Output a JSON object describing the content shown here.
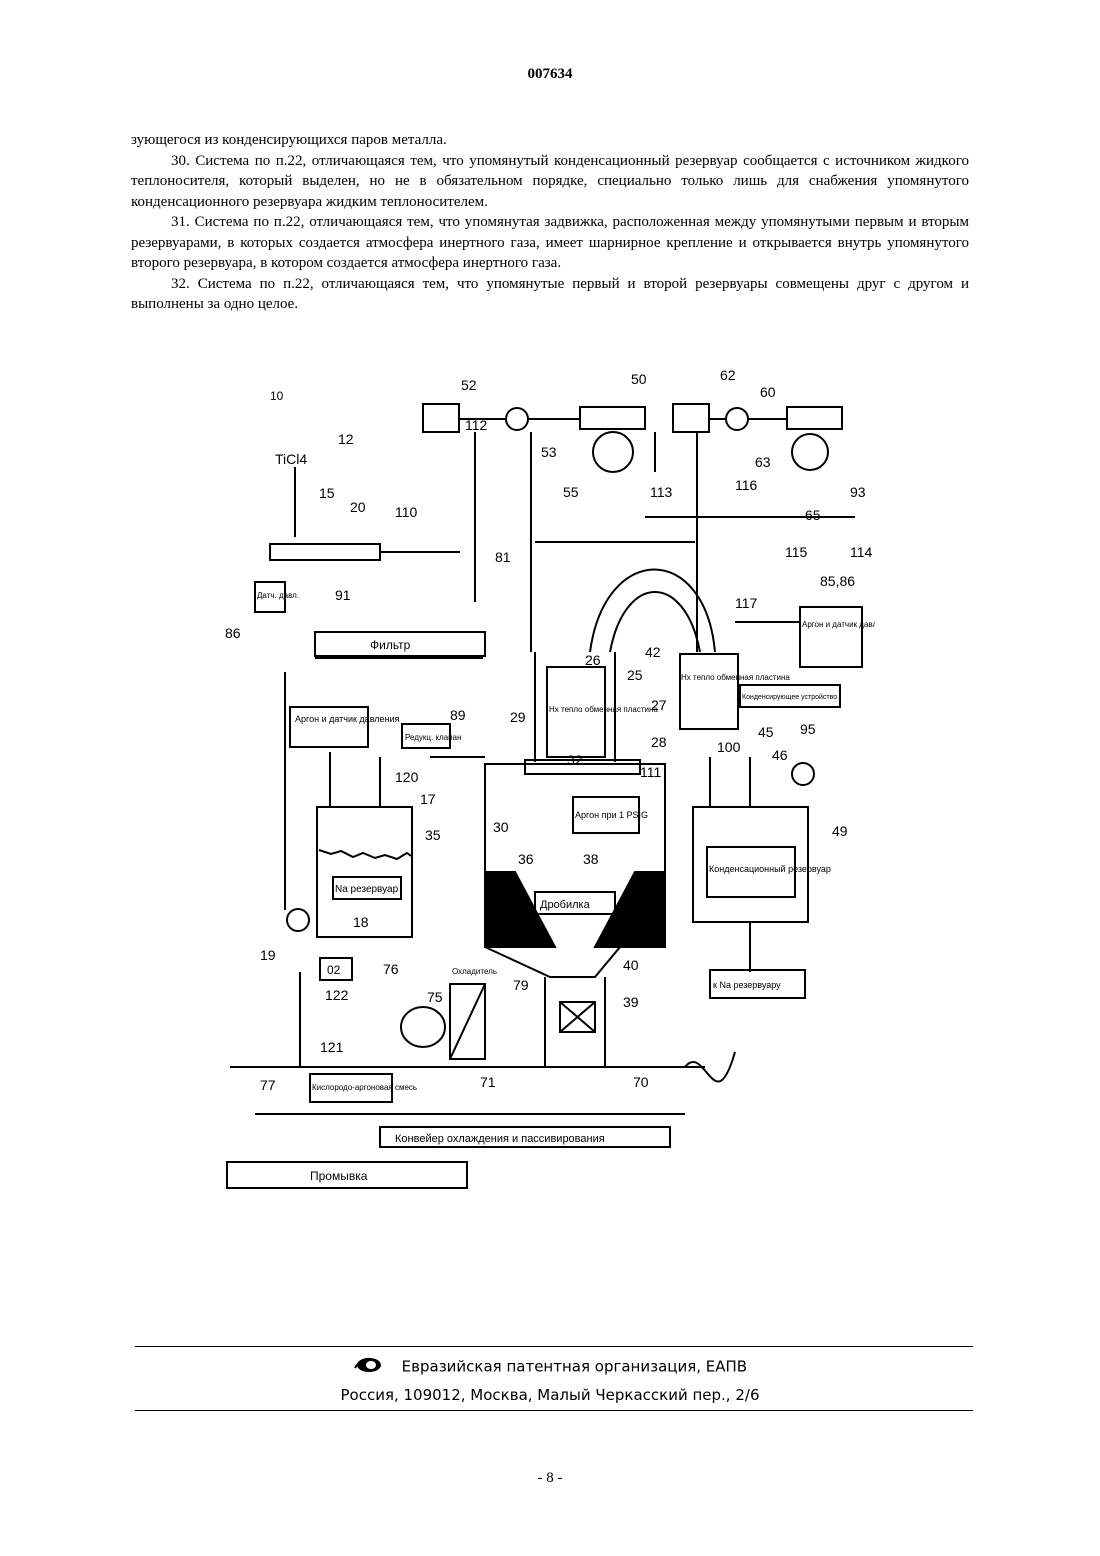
{
  "header": {
    "doc_number": "007634"
  },
  "body_text": [
    {
      "text": "зующегося из конденсирующихся паров металла.",
      "indent": false
    },
    {
      "text": "30. Система по п.22, отличающаяся тем, что упомянутый конденсационный резервуар сообщается с источником жидкого теплоносителя, который выделен, но не в обязательном порядке, специально только лишь для снабжения упомянутого конденсационного резервуара жидким теплоносителем.",
      "indent": true
    },
    {
      "text": "31. Система по п.22, отличающаяся тем, что упомянутая задвижка, расположенная между упомянутыми первым и вторым резервуарами, в которых создается атмосфера инертного газа, имеет шарнирное крепление и открывается внутрь упомянутого второго резервуара, в котором создается атмосфера инертного газа.",
      "indent": true
    },
    {
      "text": "32. Система по п.22, отличающаяся тем, что упомянутые первый и второй резервуары совмещены друг с другом и выполнены за одно целое.",
      "indent": true
    }
  ],
  "figure": {
    "labels": {
      "fig_ref": "10",
      "ticl4": "TiCl4",
      "pres_sensor": "Датч. давл.",
      "filter": "Фильтр",
      "argon_sensor_left": "Аргон и датчик давления",
      "argon_sensor_right": "Аргон и датчик давления",
      "reducer_valve": "Редукц. клапан",
      "na_tank": "Na резервуар",
      "hx_center": "Hx тепло обменная пластина",
      "hx_right": "Hx тепло обменная пластина",
      "condensing_device": "Конденсирующее устройство",
      "argon_1psig": "Аргон при 1 PSIG",
      "crusher": "Дробилка",
      "condensation_tank": "Конденсационный резервуар",
      "to_na_tank": "к Na резервуару",
      "cooler": "Охладитель",
      "o2": "02",
      "oxygen_argon": "Кислородо-аргоновая смесь",
      "conveyor": "Конвейер охлаждения и пассивирования",
      "washing": "Промывка"
    },
    "ref_numbers": [
      "12",
      "15",
      "20",
      "110",
      "52",
      "112",
      "53",
      "55",
      "50",
      "113",
      "62",
      "60",
      "116",
      "63",
      "65",
      "93",
      "114",
      "115",
      "117",
      "85,86",
      "86",
      "91",
      "81",
      "42",
      "26",
      "25",
      "27",
      "28",
      "29",
      "32",
      "45",
      "46",
      "95",
      "100",
      "89",
      "120",
      "111",
      "30",
      "35",
      "17",
      "18",
      "19",
      "36",
      "38",
      "49",
      "40",
      "39",
      "76",
      "75",
      "79",
      "122",
      "121",
      "71",
      "70",
      "77"
    ]
  },
  "footer": {
    "organization": "Евразийская патентная организация, ЕАПВ",
    "address": "Россия, 109012, Москва, Малый Черкасский пер., 2/6"
  },
  "page_number": "- 8 -"
}
